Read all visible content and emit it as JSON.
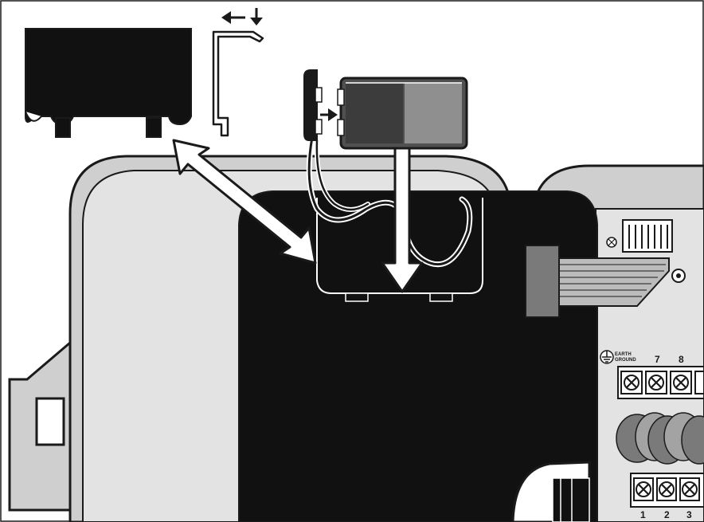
{
  "terminals": {
    "earth_ground_line1": "EARTH",
    "earth_ground_line2": "GROUND",
    "upper_numbers": [
      "7",
      "8"
    ],
    "lower_numbers": [
      "1",
      "2",
      "3"
    ]
  },
  "colors": {
    "background": "#ffffff",
    "outline": "#1a1a1a",
    "enclosure_gray": "#cfcfcf",
    "enclosure_light": "#e3e3e3",
    "panel_black": "#111111",
    "arrow_white": "#ffffff"
  },
  "icons": [
    "battery-door-icon",
    "door-side-profile-icon",
    "battery-connector-icon",
    "battery-9v-icon",
    "ribbon-cable-icon",
    "earth-ground-icon",
    "terminal-screw-icon"
  ]
}
